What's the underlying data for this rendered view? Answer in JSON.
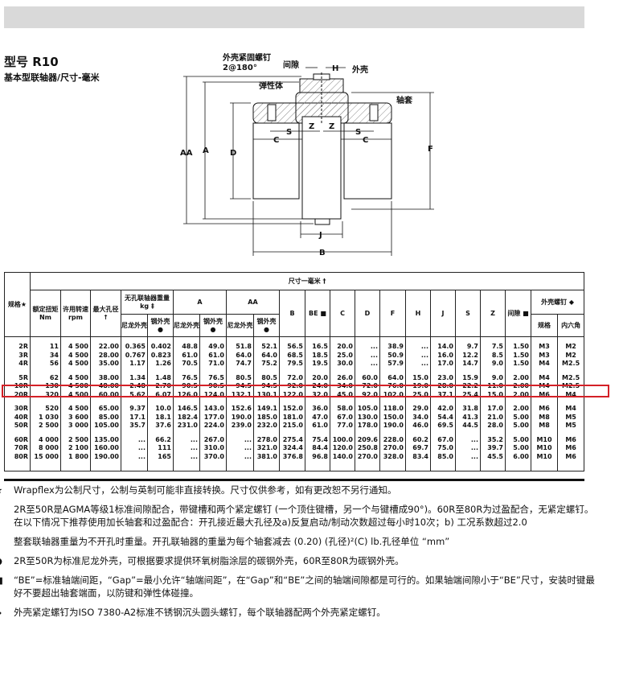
{
  "header": {
    "title": "型号 R10",
    "subtitle": "基本型联轴器/尺寸-毫米"
  },
  "diagram": {
    "screw_label": "外壳紧固螺钉",
    "screw_spec": "2@180°",
    "gap": "间隙",
    "h": "H",
    "sleeve": "外壳",
    "elastomer": "弹性体",
    "hub": "轴套",
    "aa": "AA",
    "a": "A",
    "d": "D",
    "f": "F",
    "b": "B",
    "j": "J",
    "c": "C",
    "s": "S",
    "z": "Z"
  },
  "table": {
    "dims_header": "尺寸一毫米 †",
    "col_size": "规格★",
    "col_torque": "额定扭矩 Nm",
    "col_speed": "许用转速 rpm",
    "col_bore": "最大孔径 ↑",
    "col_weight": "无孔联轴器重量kg ‡",
    "col_a": "A",
    "col_aa": "AA",
    "col_b": "B",
    "col_be": "BE ■",
    "col_c": "C",
    "col_d": "D",
    "col_f": "F",
    "col_h": "H",
    "col_j": "J",
    "col_s": "S",
    "col_z": "Z",
    "col_gap": "间隙 ■",
    "col_screw": "外壳螺钉 ◆",
    "sub_nylon": "尼龙外壳",
    "sub_steel": "钢外壳 ●",
    "sub_spec": "规格",
    "sub_hex": "内六角",
    "groups": [
      [
        [
          "2R",
          "11",
          "4 500",
          "22.00",
          "0.365",
          "0.402",
          "48.8",
          "49.0",
          "51.8",
          "52.1",
          "56.5",
          "16.5",
          "20.0",
          "...",
          "38.9",
          "...",
          "14.0",
          "9.7",
          "7.5",
          "1.50",
          "M3",
          "M2"
        ],
        [
          "3R",
          "34",
          "4 500",
          "28.00",
          "0.767",
          "0.823",
          "61.0",
          "61.0",
          "64.0",
          "64.0",
          "68.5",
          "18.5",
          "25.0",
          "...",
          "50.9",
          "...",
          "16.0",
          "12.2",
          "8.5",
          "1.50",
          "M3",
          "M2"
        ],
        [
          "4R",
          "56",
          "4 500",
          "35.00",
          "1.17",
          "1.26",
          "70.5",
          "71.0",
          "74.7",
          "75.2",
          "79.5",
          "19.5",
          "30.0",
          "...",
          "57.9",
          "...",
          "17.0",
          "14.7",
          "9.0",
          "1.50",
          "M4",
          "M2.5"
        ]
      ],
      [
        [
          "5R",
          "62",
          "4 500",
          "38.00",
          "1.34",
          "1.48",
          "76.5",
          "76.5",
          "80.5",
          "80.5",
          "72.0",
          "20.0",
          "26.0",
          "60.0",
          "64.0",
          "15.0",
          "23.0",
          "15.9",
          "9.0",
          "2.00",
          "M4",
          "M2.5"
        ],
        [
          "10R",
          "130",
          "4 500",
          "48.00",
          "2.48",
          "2.70",
          "90.5",
          "90.5",
          "94.5",
          "94.5",
          "92.0",
          "24.0",
          "34.0",
          "72.0",
          "76.0",
          "19.0",
          "28.0",
          "22.2",
          "11.0",
          "2.00",
          "M4",
          "M2.5"
        ],
        [
          "20R",
          "320",
          "4 500",
          "60.00",
          "5.62",
          "6.07",
          "126.0",
          "124.0",
          "132.1",
          "130.1",
          "122.0",
          "32.0",
          "45.0",
          "92.0",
          "102.0",
          "25.0",
          "37.1",
          "25.4",
          "15.0",
          "2.00",
          "M6",
          "M4"
        ]
      ],
      [
        [
          "30R",
          "520",
          "4 500",
          "65.00",
          "9.37",
          "10.0",
          "146.5",
          "143.0",
          "152.6",
          "149.1",
          "152.0",
          "36.0",
          "58.0",
          "105.0",
          "118.0",
          "29.0",
          "42.0",
          "31.8",
          "17.0",
          "2.00",
          "M6",
          "M4"
        ],
        [
          "40R",
          "1 030",
          "3 600",
          "85.00",
          "17.1",
          "18.1",
          "182.4",
          "177.0",
          "190.0",
          "185.0",
          "181.0",
          "47.0",
          "67.0",
          "130.0",
          "150.0",
          "34.0",
          "54.4",
          "41.3",
          "21.0",
          "5.00",
          "M8",
          "M5"
        ],
        [
          "50R",
          "2 500",
          "3 000",
          "105.00",
          "35.7",
          "37.6",
          "231.0",
          "224.0",
          "239.0",
          "232.0",
          "215.0",
          "61.0",
          "77.0",
          "178.0",
          "190.0",
          "46.0",
          "69.5",
          "44.5",
          "28.0",
          "5.00",
          "M8",
          "M5"
        ]
      ],
      [
        [
          "60R",
          "4 000",
          "2 500",
          "135.00",
          "...",
          "66.2",
          "...",
          "267.0",
          "...",
          "278.0",
          "275.4",
          "75.4",
          "100.0",
          "209.6",
          "228.0",
          "60.2",
          "67.0",
          "...",
          "35.2",
          "5.00",
          "M10",
          "M6"
        ],
        [
          "70R",
          "8 000",
          "2 100",
          "160.00",
          "...",
          "111",
          "...",
          "310.0",
          "...",
          "321.0",
          "324.4",
          "84.4",
          "120.0",
          "250.8",
          "270.0",
          "69.7",
          "75.0",
          "...",
          "39.7",
          "5.00",
          "M10",
          "M6"
        ],
        [
          "80R",
          "15 000",
          "1 800",
          "190.00",
          "...",
          "165",
          "...",
          "370.0",
          "...",
          "381.0",
          "376.8",
          "96.8",
          "140.0",
          "270.0",
          "328.0",
          "83.4",
          "85.0",
          "...",
          "45.5",
          "6.00",
          "M10",
          "M6"
        ]
      ]
    ],
    "highlight_color": "#d42027"
  },
  "notes": [
    {
      "sym": "★",
      "text": "Wrapflex为公制尺寸，公制与英制可能非直接转换。尺寸仅供参考，如有更改恕不另行通知。"
    },
    {
      "sym": "†",
      "text": "2R至50R是AGMA等级1标准间隙配合，带键槽和两个紧定螺钉 (一个顶住键槽，另一个与键槽成90°)。60R至80R为过盈配合，无紧定螺钉。在以下情况下推荐使用加长轴套和过盈配合：开孔接近最大孔径及a)反复启动/制动次数超过每小时10次；b) 工况系数超过2.0"
    },
    {
      "sym": "‡",
      "text": "整套联轴器重量为不开孔时重量。开孔联轴器的重量为每个轴套减去 (0.20) (孔径)²(C) lb.孔径单位 “mm”"
    },
    {
      "sym": "●",
      "text": "2R至50R为标准尼龙外壳，可根据要求提供环氧树脂涂层的碳钢外壳，60R至80R为碳钢外壳。"
    },
    {
      "sym": "■",
      "text": "“BE”=标准轴端间距，“Gap”=最小允许“轴端间距”，在“Gap”和“BE”之间的轴端间隙都是可行的。如果轴端间隙小于“BE”尺寸，安装时键最好不要超出轴套端面，以防键和弹性体碰撞。"
    },
    {
      "sym": "◆",
      "text": "外壳紧定螺钉为ISO 7380-A2标准不锈钢沉头圆头螺钉，每个联轴器配两个外壳紧定螺钉。"
    }
  ]
}
